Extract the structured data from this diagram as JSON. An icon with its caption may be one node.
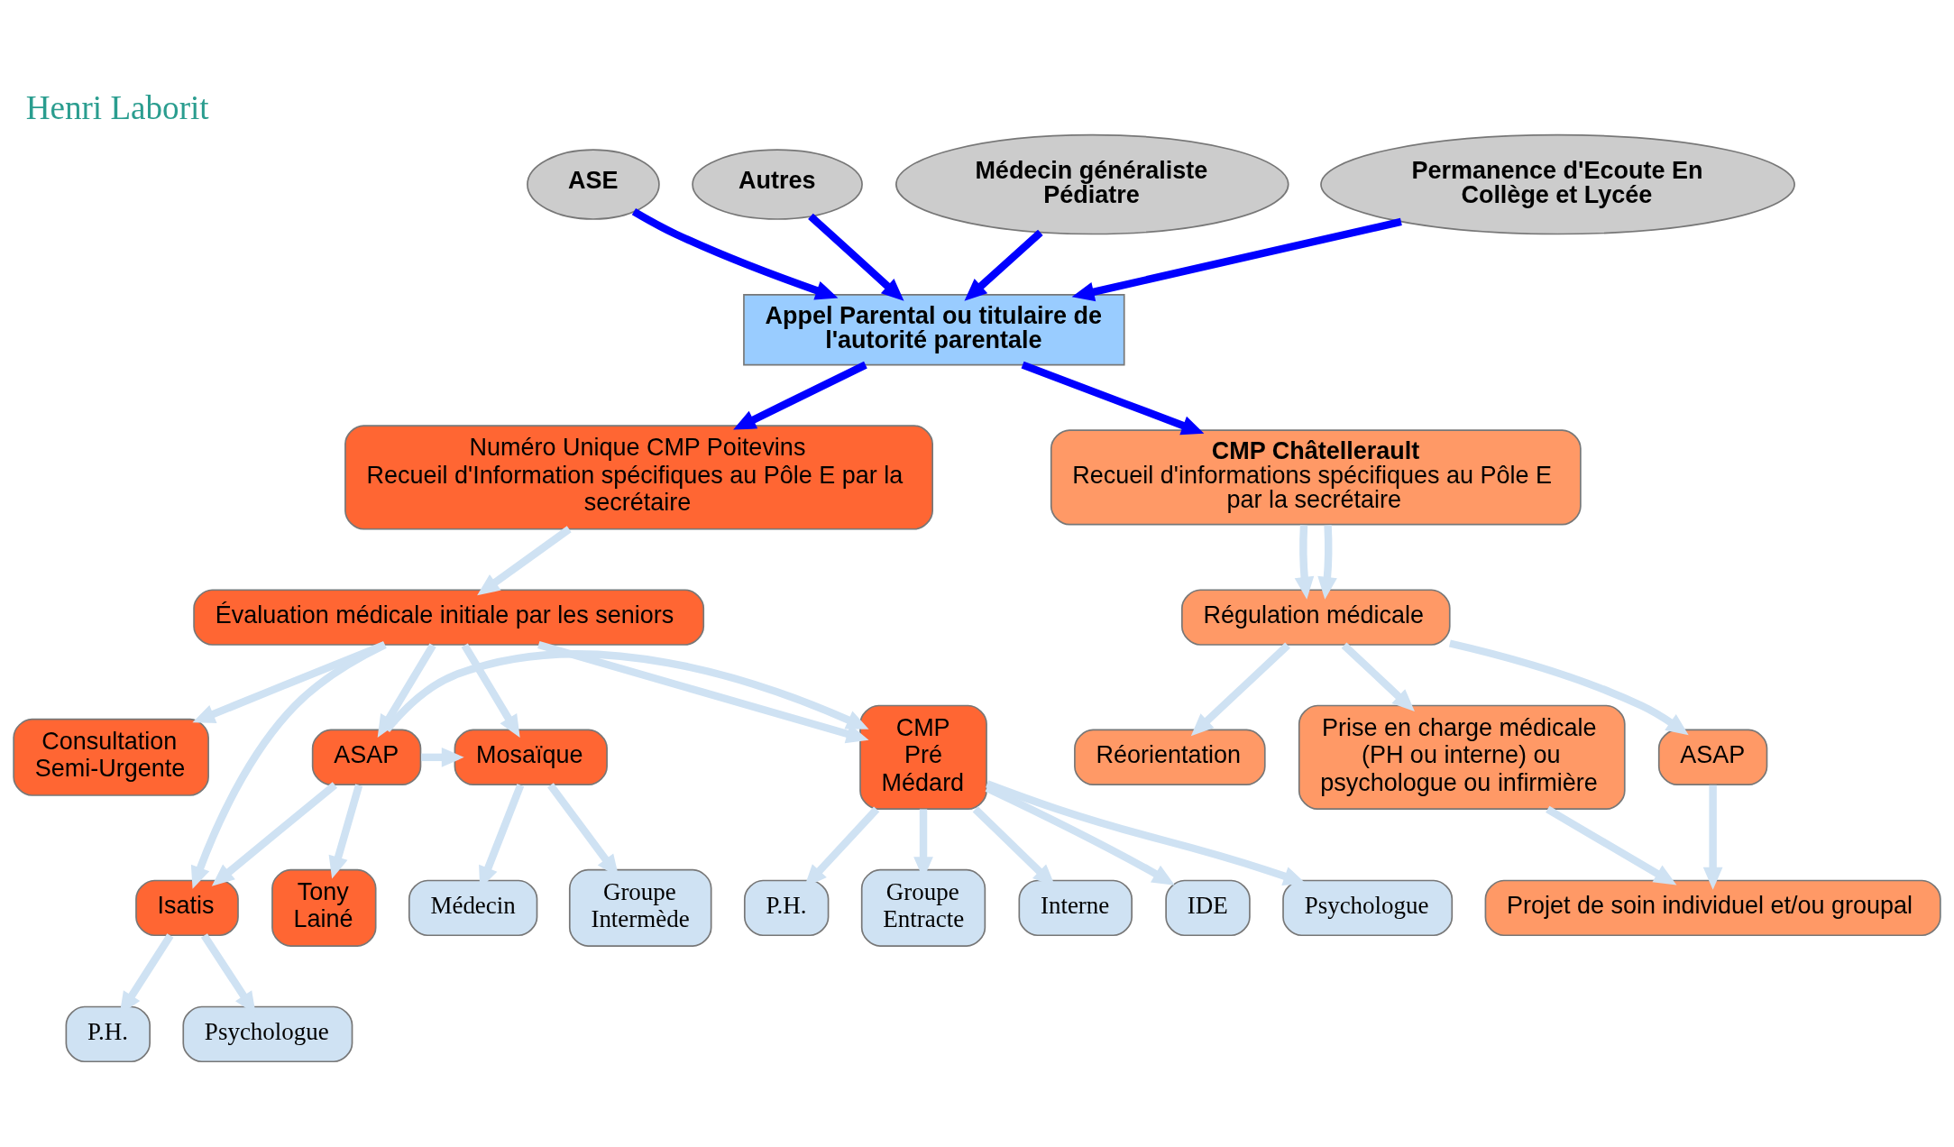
{
  "diagram": {
    "title": "Henri Laborit",
    "nodes": [
      {
        "text": [
          "ASE"
        ]
      },
      {
        "text": [
          "Autres"
        ]
      },
      {
        "text": [
          "Médecin généraliste Pédiatre"
        ]
      },
      {
        "text": [
          "Permanence d'Ecoute En Collège et Lycée"
        ]
      },
      {
        "text": [
          "Appel Parental ou titulaire de l'autorité parentale"
        ]
      },
      {
        "text": [
          "Numéro Unique CMP Poitevins",
          "Recueil d'Information spécifiques au Pôle E par la secrétaire"
        ]
      },
      {
        "text": [
          "CMP Châtellerault",
          "Recueil d'informations spécifiques au Pôle E par la secrétaire"
        ]
      },
      {
        "text": [
          "Évaluation médicale initiale par les seniors"
        ]
      },
      {
        "text": [
          "Régulation médicale"
        ]
      },
      {
        "text": [
          "CMP Pré Médard"
        ]
      },
      {
        "text": [
          "ASAP"
        ]
      },
      {
        "text": [
          "Mosaïque"
        ]
      },
      {
        "text": [
          "Consultation Semi-Urgente"
        ]
      },
      {
        "text": [
          "Prise en charge médicale (PH ou interne) ou psychologue ou infirmière"
        ]
      },
      {
        "text": [
          "ASAP"
        ]
      },
      {
        "text": [
          "Réorientation"
        ]
      },
      {
        "text": [
          "Tony Lainé"
        ]
      },
      {
        "text": [
          "Isatis"
        ]
      },
      {
        "text": [
          "P.H."
        ]
      },
      {
        "text": [
          "Groupe Entracte"
        ]
      },
      {
        "text": [
          "Interne"
        ]
      },
      {
        "text": [
          "IDE"
        ]
      },
      {
        "text": [
          "Psychologue"
        ]
      },
      {
        "text": [
          "Groupe Intermède"
        ]
      },
      {
        "text": [
          "Médecin"
        ]
      },
      {
        "text": [
          "P.H."
        ]
      },
      {
        "text": [
          "Psychologue"
        ]
      },
      {
        "text": [
          "Projet de soin individuel et/ou groupal"
        ]
      }
    ],
    "edges": [
      {
        "from": 0,
        "to": 4,
        "arrow": "to",
        "color": "#0000ff"
      },
      {
        "from": 1,
        "to": 4,
        "arrow": "to",
        "color": "#0000ff"
      },
      {
        "from": 2,
        "to": 4,
        "arrow": "to",
        "color": "#0000ff"
      },
      {
        "from": 3,
        "to": 4,
        "arrow": "to",
        "color": "#0000ff"
      },
      {
        "from": 4,
        "to": 5,
        "arrow": "to",
        "color": "#0000ff"
      },
      {
        "from": 4,
        "to": 6,
        "arrow": "to",
        "color": "#0000ff"
      },
      {
        "from": 5,
        "to": 7,
        "arrow": "to",
        "color": "#cfe2f3"
      },
      {
        "from": 6,
        "to": 8,
        "arrow": "to",
        "color": "#cfe2f3"
      },
      {
        "from": 6,
        "to": 8,
        "arrow": "to",
        "color": "#cfe2f3"
      },
      {
        "from": 7,
        "to": 9,
        "arrow": "to",
        "color": "#cfe2f3"
      },
      {
        "from": 7,
        "to": 10,
        "arrow": "to",
        "color": "#cfe2f3"
      },
      {
        "from": 7,
        "to": 17,
        "arrow": "to",
        "color": "#cfe2f3"
      },
      {
        "from": 7,
        "to": 11,
        "arrow": "to",
        "color": "#cfe2f3"
      },
      {
        "from": 7,
        "to": 12,
        "arrow": "to",
        "color": "#cfe2f3"
      },
      {
        "from": 10,
        "to": 9,
        "arrow": "to",
        "color": "#cfe2f3"
      },
      {
        "from": 10,
        "to": 11,
        "arrow": "to",
        "color": "#cfe2f3"
      },
      {
        "from": 10,
        "to": 16,
        "arrow": "to",
        "color": "#cfe2f3"
      },
      {
        "from": 10,
        "to": 17,
        "arrow": "to",
        "color": "#cfe2f3"
      },
      {
        "from": 9,
        "to": 18,
        "arrow": "to",
        "color": "#cfe2f3"
      },
      {
        "from": 9,
        "to": 19,
        "arrow": "to",
        "color": "#cfe2f3"
      },
      {
        "from": 9,
        "to": 22,
        "arrow": "to",
        "color": "#cfe2f3"
      },
      {
        "from": 9,
        "to": 20,
        "arrow": "to",
        "color": "#cfe2f3"
      },
      {
        "from": 9,
        "to": 21,
        "arrow": "to",
        "color": "#cfe2f3"
      },
      {
        "from": 11,
        "to": 23,
        "arrow": "to",
        "color": "#cfe2f3"
      },
      {
        "from": 11,
        "to": 24,
        "arrow": "to",
        "color": "#cfe2f3"
      },
      {
        "from": 17,
        "to": 25,
        "arrow": "to",
        "color": "#cfe2f3"
      },
      {
        "from": 17,
        "to": 26,
        "arrow": "to",
        "color": "#cfe2f3"
      },
      {
        "from": 8,
        "to": 13,
        "arrow": "to",
        "color": "#cfe2f3"
      },
      {
        "from": 8,
        "to": 14,
        "arrow": "to",
        "color": "#cfe2f3"
      },
      {
        "from": 8,
        "to": 15,
        "arrow": "to",
        "color": "#cfe2f3"
      },
      {
        "from": 13,
        "to": 27,
        "arrow": "to",
        "color": "#cfe2f3"
      },
      {
        "from": 14,
        "to": 27,
        "arrow": "to",
        "color": "#cfe2f3"
      }
    ]
  }
}
